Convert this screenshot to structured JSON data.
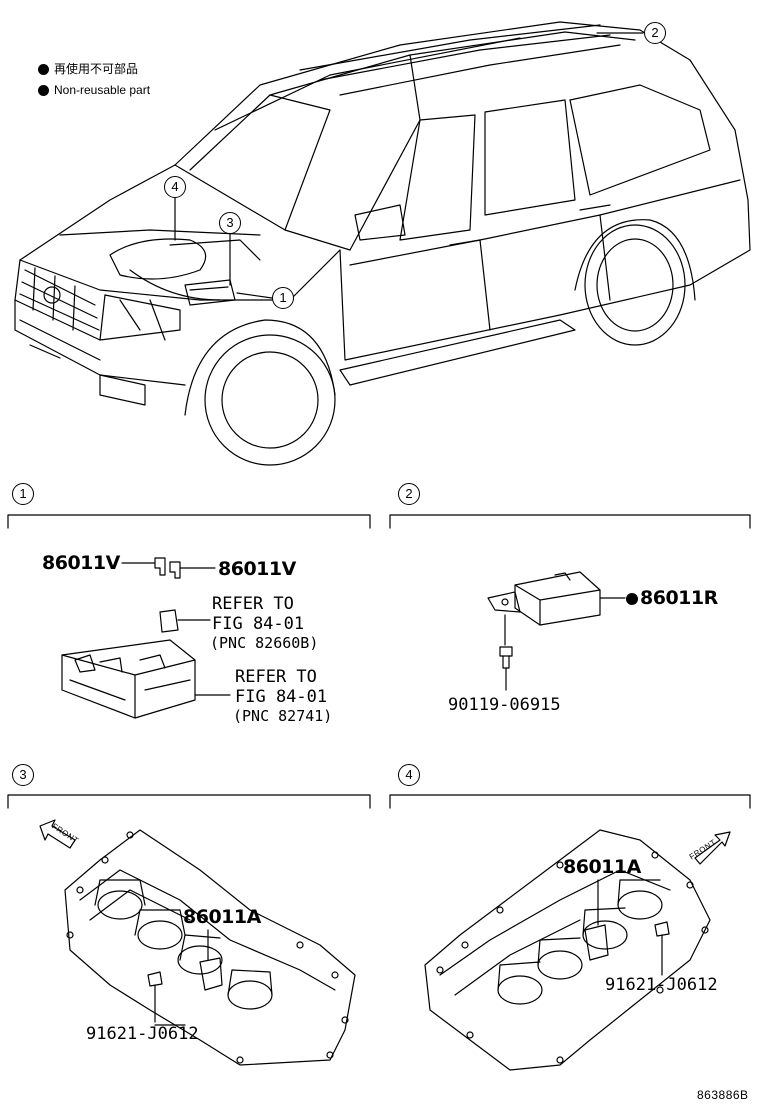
{
  "legend": {
    "japanese": "再使用不可部品",
    "english": "Non-reusable part"
  },
  "callouts": {
    "overview": [
      "1",
      "2",
      "3",
      "4"
    ],
    "sections": [
      "1",
      "2",
      "3",
      "4"
    ]
  },
  "section1": {
    "fuse_left": "86011V",
    "fuse_right": "86011V",
    "ref1_line1": "REFER TO",
    "ref1_line2": "FIG 84-01",
    "ref1_line3": "(PNC 82660B)",
    "ref2_line1": "REFER TO",
    "ref2_line2": "FIG 84-01",
    "ref2_line3": "(PNC 82741)"
  },
  "section2": {
    "part": "86011R",
    "bolt": "90119-06915"
  },
  "section3": {
    "part": "86011A",
    "bolt": "91621-J0612",
    "front": "FRONT"
  },
  "section4": {
    "part": "86011A",
    "bolt": "91621-J0612",
    "front": "FRONT"
  },
  "diagram_code": "863886B"
}
